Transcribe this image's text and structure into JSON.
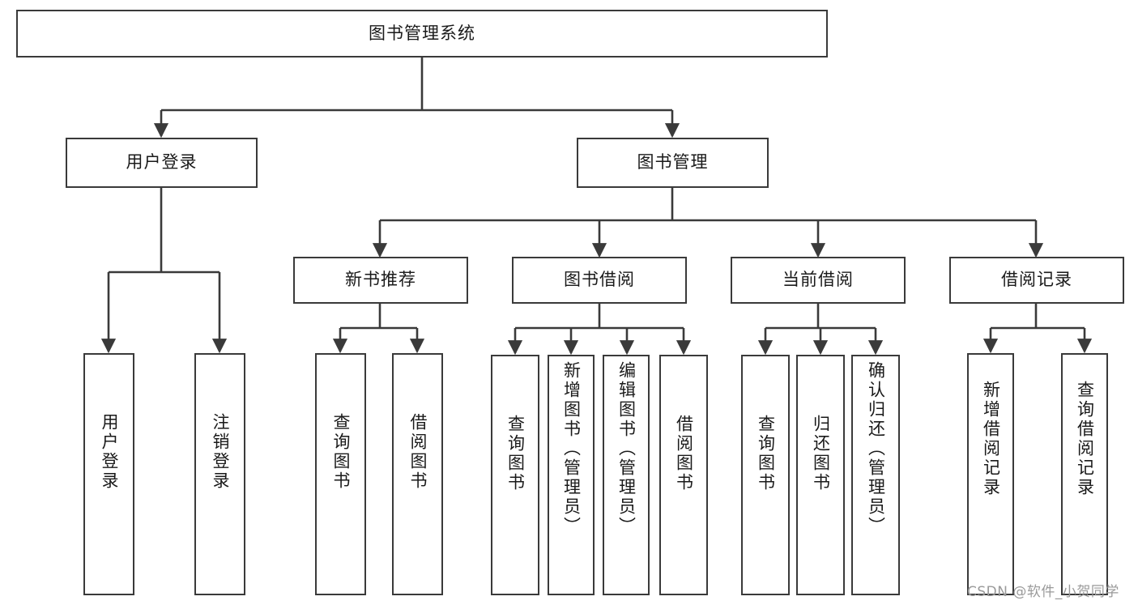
{
  "diagram": {
    "title": "图书管理系统",
    "type": "tree-hierarchy-chart",
    "colors": {
      "node_border": "#3a3a3a",
      "node_fill": "#ffffff",
      "edge": "#3a3a3a",
      "text": "#1a1a1a",
      "watermark": "#9a9a9a",
      "background": "#ffffff"
    },
    "watermark": "CSDN @软件_小贺同学",
    "nodes": {
      "root": {
        "label": "图书管理系统"
      },
      "level1": [
        {
          "id": "user-login",
          "label": "用户登录"
        },
        {
          "id": "book-management",
          "label": "图书管理"
        }
      ],
      "level2": [
        {
          "id": "new-book-recommend",
          "label": "新书推荐"
        },
        {
          "id": "book-borrow",
          "label": "图书借阅"
        },
        {
          "id": "current-borrow",
          "label": "当前借阅"
        },
        {
          "id": "borrow-record",
          "label": "借阅记录"
        }
      ],
      "leaves": {
        "user_login": [
          {
            "id": "leaf-user-login",
            "label": "用户登录"
          },
          {
            "id": "leaf-logout-login",
            "label": "注销登录"
          }
        ],
        "new_book_recommend": [
          {
            "id": "leaf-query-book-1",
            "label": "查询图书"
          },
          {
            "id": "leaf-borrow-book-1",
            "label": "借阅图书"
          }
        ],
        "book_borrow": [
          {
            "id": "leaf-query-book-2",
            "label": "查询图书"
          },
          {
            "id": "leaf-add-book",
            "label": "新增图书（管理员）"
          },
          {
            "id": "leaf-edit-book",
            "label": "编辑图书（管理员）"
          },
          {
            "id": "leaf-borrow-book-2",
            "label": "借阅图书"
          }
        ],
        "current_borrow": [
          {
            "id": "leaf-query-book-3",
            "label": "查询图书"
          },
          {
            "id": "leaf-return-book",
            "label": "归还图书"
          },
          {
            "id": "leaf-confirm-return",
            "label": "确认归还（管理员）"
          }
        ],
        "borrow_record": [
          {
            "id": "leaf-add-record",
            "label": "新增借阅记录"
          },
          {
            "id": "leaf-query-record",
            "label": "查询借阅记录"
          }
        ]
      }
    }
  }
}
